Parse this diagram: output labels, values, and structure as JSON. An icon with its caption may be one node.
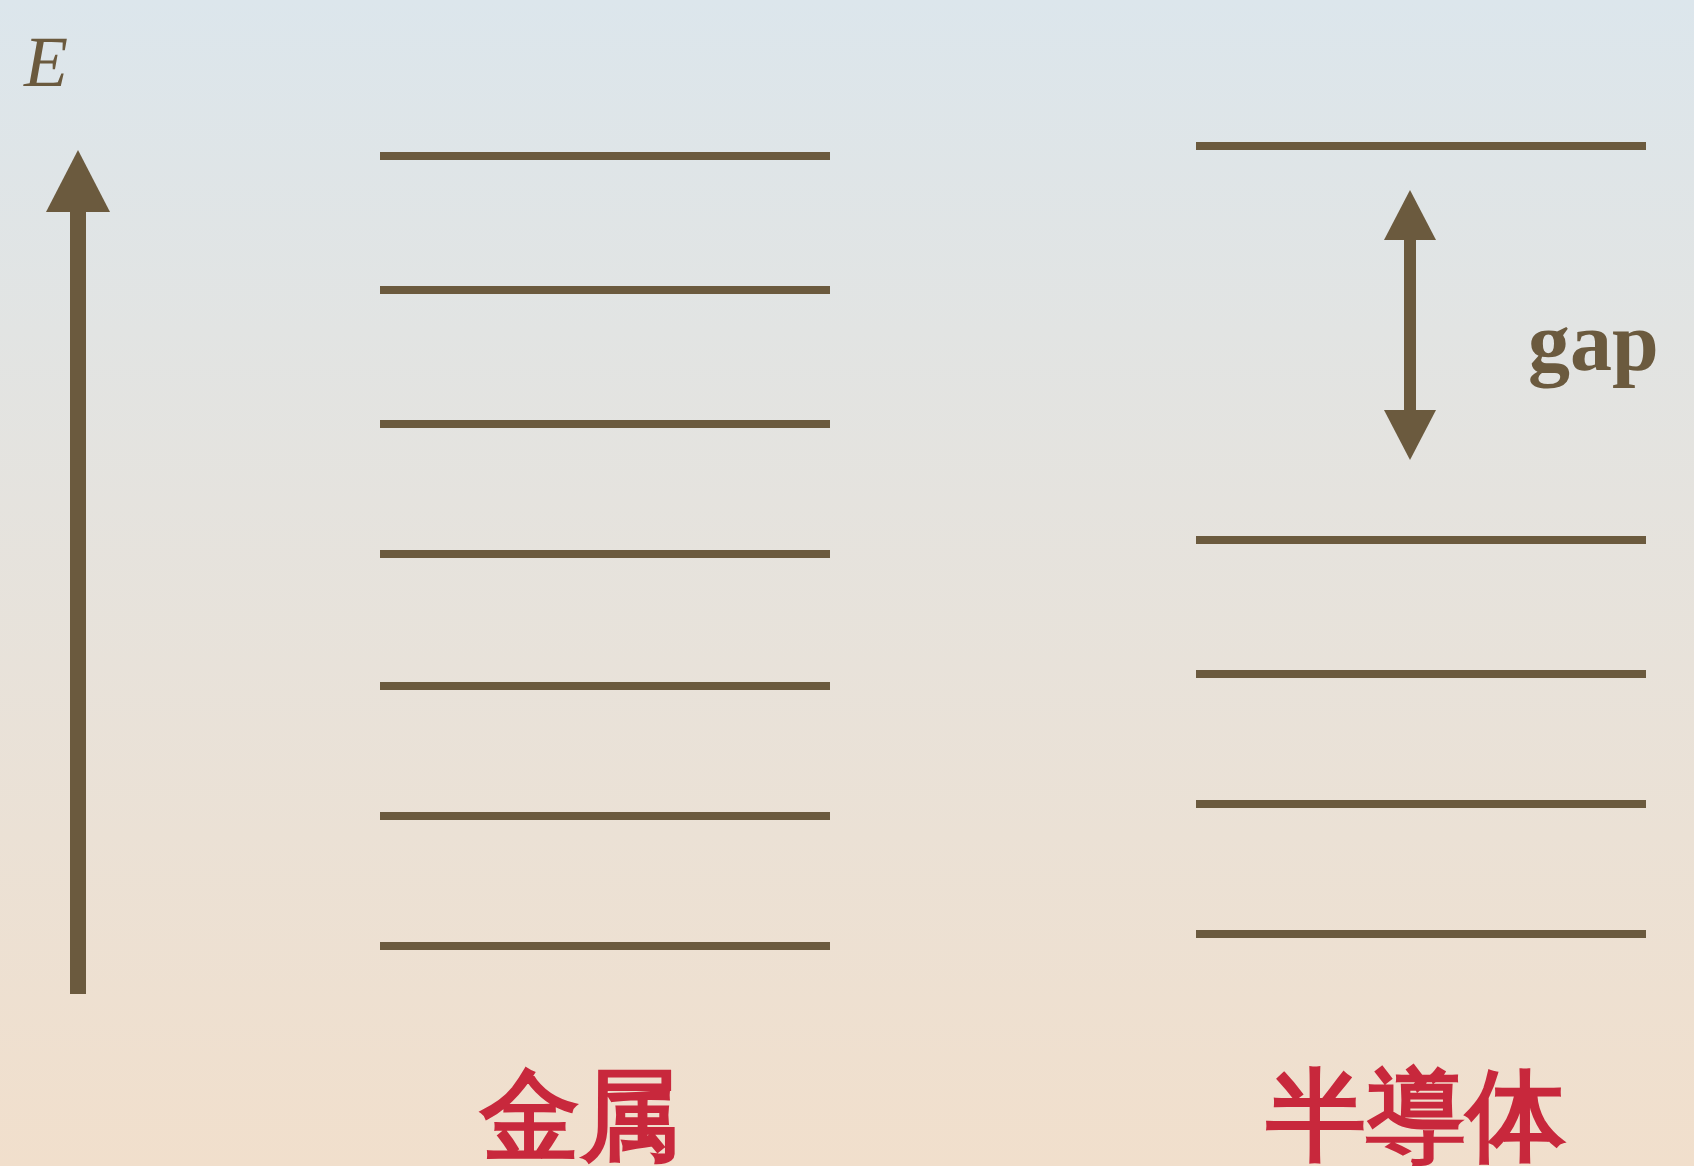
{
  "diagram": {
    "labels": [
      "E",
      "gap",
      "金属",
      "半導体"
    ]
  }
}
